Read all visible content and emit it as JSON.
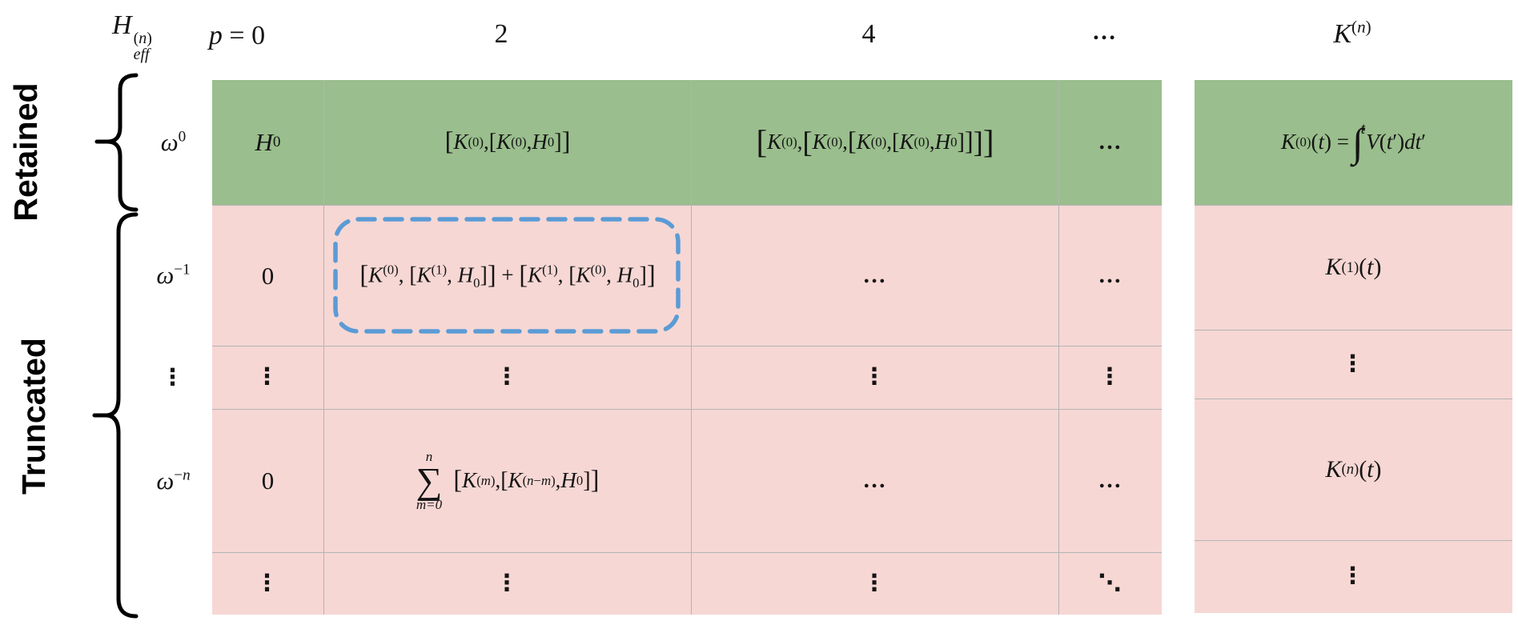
{
  "colors": {
    "retained_green": "#9abe8d",
    "truncated_pink": "#f6d7d4",
    "highlight_blue": "#5b9bd5",
    "grid_line": "#b4b4b4"
  },
  "side_labels": {
    "retained": "Retained",
    "truncated": "Truncated"
  },
  "header": {
    "h_eff": "<i>H</i><span class='stk'><span>(<i>n</i>)</span><span><i>eff</i></span></span>",
    "p0": "<i>p</i> = 0",
    "p2": "2",
    "p4": "4",
    "pdots": "…",
    "k": "<i>K</i><sup>(<i>n</i>)</sup>"
  },
  "row_labels": {
    "r1": "<i>ω</i><sup>0</sup>",
    "r2": "<i>ω</i><sup>−1</sup>",
    "r3": "⋮",
    "r4": "<i>ω</i><sup>−<i>n</i></sup>"
  },
  "grid": {
    "r1": {
      "c1": "<i>H</i><sub>0</sub>",
      "c2": "<span class='k2'>[</span><i>K</i><sup>(0)</sup>, <span class='k1'>[</span><i>K</i><sup>(0)</sup>, <i>H</i><sub>0</sub><span class='k1'>]</span><span class='k2'>]</span>",
      "c3": "<span class='k4'>[</span><i>K</i><sup>(0)</sup>, <span class='k3'>[</span><i>K</i><sup>(0)</sup>, <span class='k2'>[</span><i>K</i><sup>(0)</sup>, <span class='k1'>[</span><i>K</i><sup>(0)</sup>, <i>H</i><sub>0</sub><span class='k1'>]</span><span class='k2'>]</span><span class='k3'>]</span><span class='k4'>]</span>",
      "c4": "…"
    },
    "r2": {
      "c1": "0",
      "c2": "<span class='k2'>[</span><i>K</i><sup>(0)</sup>, <span class='k1'>[</span><i>K</i><sup>(1)</sup>, <i>H</i><sub>0</sub><span class='k1'>]</span><span class='k2'>]</span> + <span class='k2'>[</span><i>K</i><sup>(1)</sup>, <span class='k1'>[</span><i>K</i><sup>(0)</sup>, <i>H</i><sub>0</sub><span class='k1'>]</span><span class='k2'>]</span>",
      "c3": "…",
      "c4": "…"
    },
    "r3": {
      "c1": "⋮",
      "c2": "⋮",
      "c3": "⋮",
      "c4": "⋮"
    },
    "r4": {
      "c1": "0",
      "c2": "<span class='sum'><span class='lim'><i>n</i></span><span class='sg'>∑</span><span class='lim'><i>m</i>=0</span></span><span class='k2'>[</span><i>K</i><sup>(<i>m</i>)</sup>, <span class='k1'>[</span><i>K</i><sup>(<i>n</i>−<i>m</i>)</sup>, <i>H</i><sub>0</sub><span class='k1'>]</span><span class='k2'>]</span>",
      "c3": "…",
      "c4": "…"
    },
    "r5": {
      "c1": "⋮",
      "c2": "⋮",
      "c3": "⋮",
      "c4": "⋱"
    }
  },
  "k_column": {
    "r1": "<i>K</i><sup>(0)</sup>(<i>t</i>) = <span class='intg'>∫</span><span class='intlim'><i>t</i></span><i>V</i>(<i>t</i>′)<i>dt</i>′",
    "r2": "<i>K</i><sup>(1)</sup>(<i>t</i>)",
    "r3": "⋮",
    "r4": "<i>K</i><sup>(<i>n</i>)</sup>(<i>t</i>)",
    "r5": "⋮"
  }
}
